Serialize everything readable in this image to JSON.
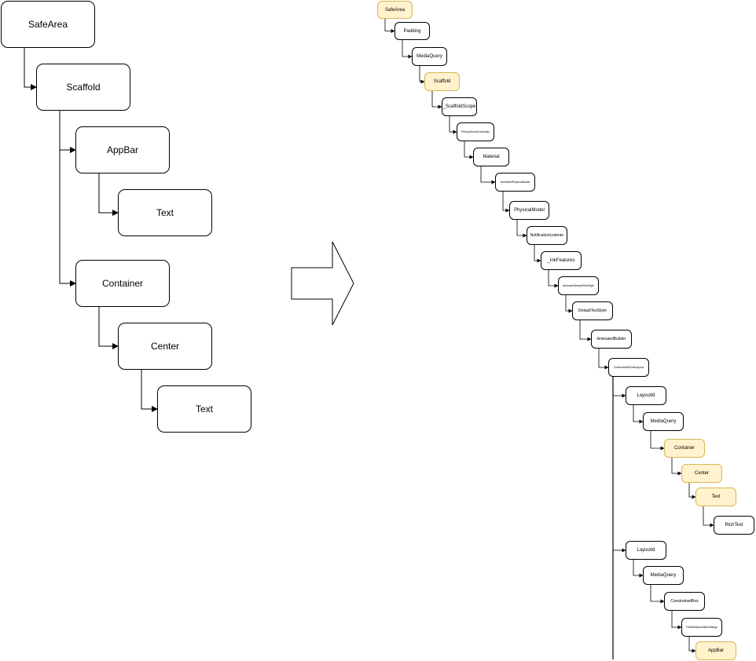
{
  "simple_tree": {
    "safearea": "SafeArea",
    "scaffold": "Scaffold",
    "appbar": "AppBar",
    "appbar_text": "Text",
    "container": "Container",
    "center": "Center",
    "center_text": "Text"
  },
  "detailed_tree": {
    "chain": [
      {
        "label": "SafeArea",
        "highlighted": true
      },
      {
        "label": "Padding",
        "highlighted": false
      },
      {
        "label": "MediaQuery",
        "highlighted": false
      },
      {
        "label": "Scaffold",
        "highlighted": true
      },
      {
        "label": "_ScaffoldScope",
        "highlighted": false
      },
      {
        "label": "PrimaryScrollController",
        "highlighted": false
      },
      {
        "label": "Material",
        "highlighted": false
      },
      {
        "label": "AnimatedPhysicalModel",
        "highlighted": false
      },
      {
        "label": "PhysicalModel",
        "highlighted": false
      },
      {
        "label": "NotificationListener",
        "highlighted": false
      },
      {
        "label": "_InkFeatures",
        "highlighted": false
      },
      {
        "label": "AnimatedDefaultTextStyle",
        "highlighted": false
      },
      {
        "label": "DefaultTextStyle",
        "highlighted": false
      },
      {
        "label": "AnimatedBuilder",
        "highlighted": false
      },
      {
        "label": "CustomMultiChildLayout",
        "highlighted": false
      }
    ],
    "body_branch": [
      {
        "label": "LayoutId",
        "highlighted": false
      },
      {
        "label": "MediaQuery",
        "highlighted": false
      },
      {
        "label": "Container",
        "highlighted": true
      },
      {
        "label": "Center",
        "highlighted": true
      },
      {
        "label": "Text",
        "highlighted": true
      },
      {
        "label": "RichText",
        "highlighted": false
      }
    ],
    "appbar_branch": [
      {
        "label": "LayoutId",
        "highlighted": false
      },
      {
        "label": "MediaQuery",
        "highlighted": false
      },
      {
        "label": "ConstrainedBox",
        "highlighted": false
      },
      {
        "label": "FlexibleSpaceBarSettings",
        "highlighted": false
      },
      {
        "label": "AppBar",
        "highlighted": true
      }
    ]
  },
  "colors": {
    "highlight_fill": "#fff2cc",
    "highlight_stroke": "#d6b656",
    "line": "#000000"
  }
}
